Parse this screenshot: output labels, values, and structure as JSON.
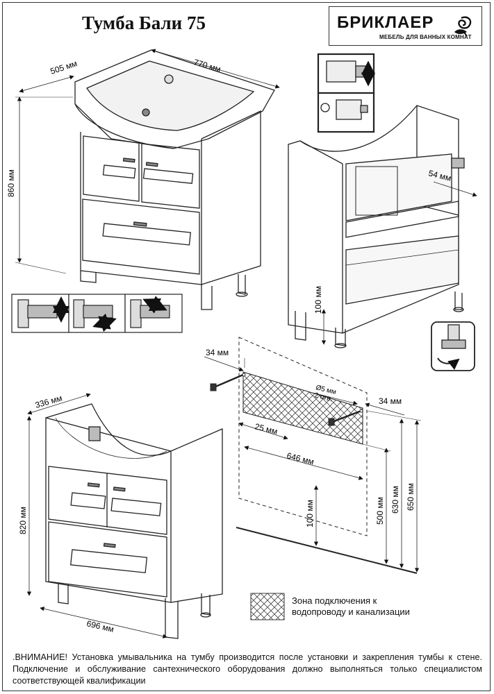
{
  "title": "Тумба Бали 75",
  "brand": {
    "name": "БРИКЛАЕР",
    "tagline": "МЕБЕЛЬ ДЛЯ ВАННЫХ КОМНАТ"
  },
  "dimensions": {
    "depth_top": "505 мм",
    "width_top": "770 мм",
    "height_total": "860 мм",
    "leg_height": "100 мм",
    "hinge_offset": "54 мм",
    "depth_cabinet": "336 мм",
    "height_cabinet": "820 мм",
    "width_cabinet": "696 мм",
    "edge_left": "34 мм",
    "edge_right": "34 мм",
    "hole_label_1": "Ø5 мм",
    "hole_label_2": "2 отв.",
    "zone_offset": "25 мм",
    "hole_spacing": "646 мм",
    "floor_to_zone": "100 мм",
    "zone_top": "500 мм",
    "holes_height": "630 мм",
    "panel_top": "650 мм"
  },
  "legend": {
    "line1": "Зона подключения к",
    "line2": "водопроводу и канализации"
  },
  "notice": ".ВНИМАНИЕ! Установка умывальника на тумбу производится после установки и закрепления тумбы к стене. Подключение и обслуживание сантехнического оборудования должно выполняться только специалистом соответствующей квалификации"
}
